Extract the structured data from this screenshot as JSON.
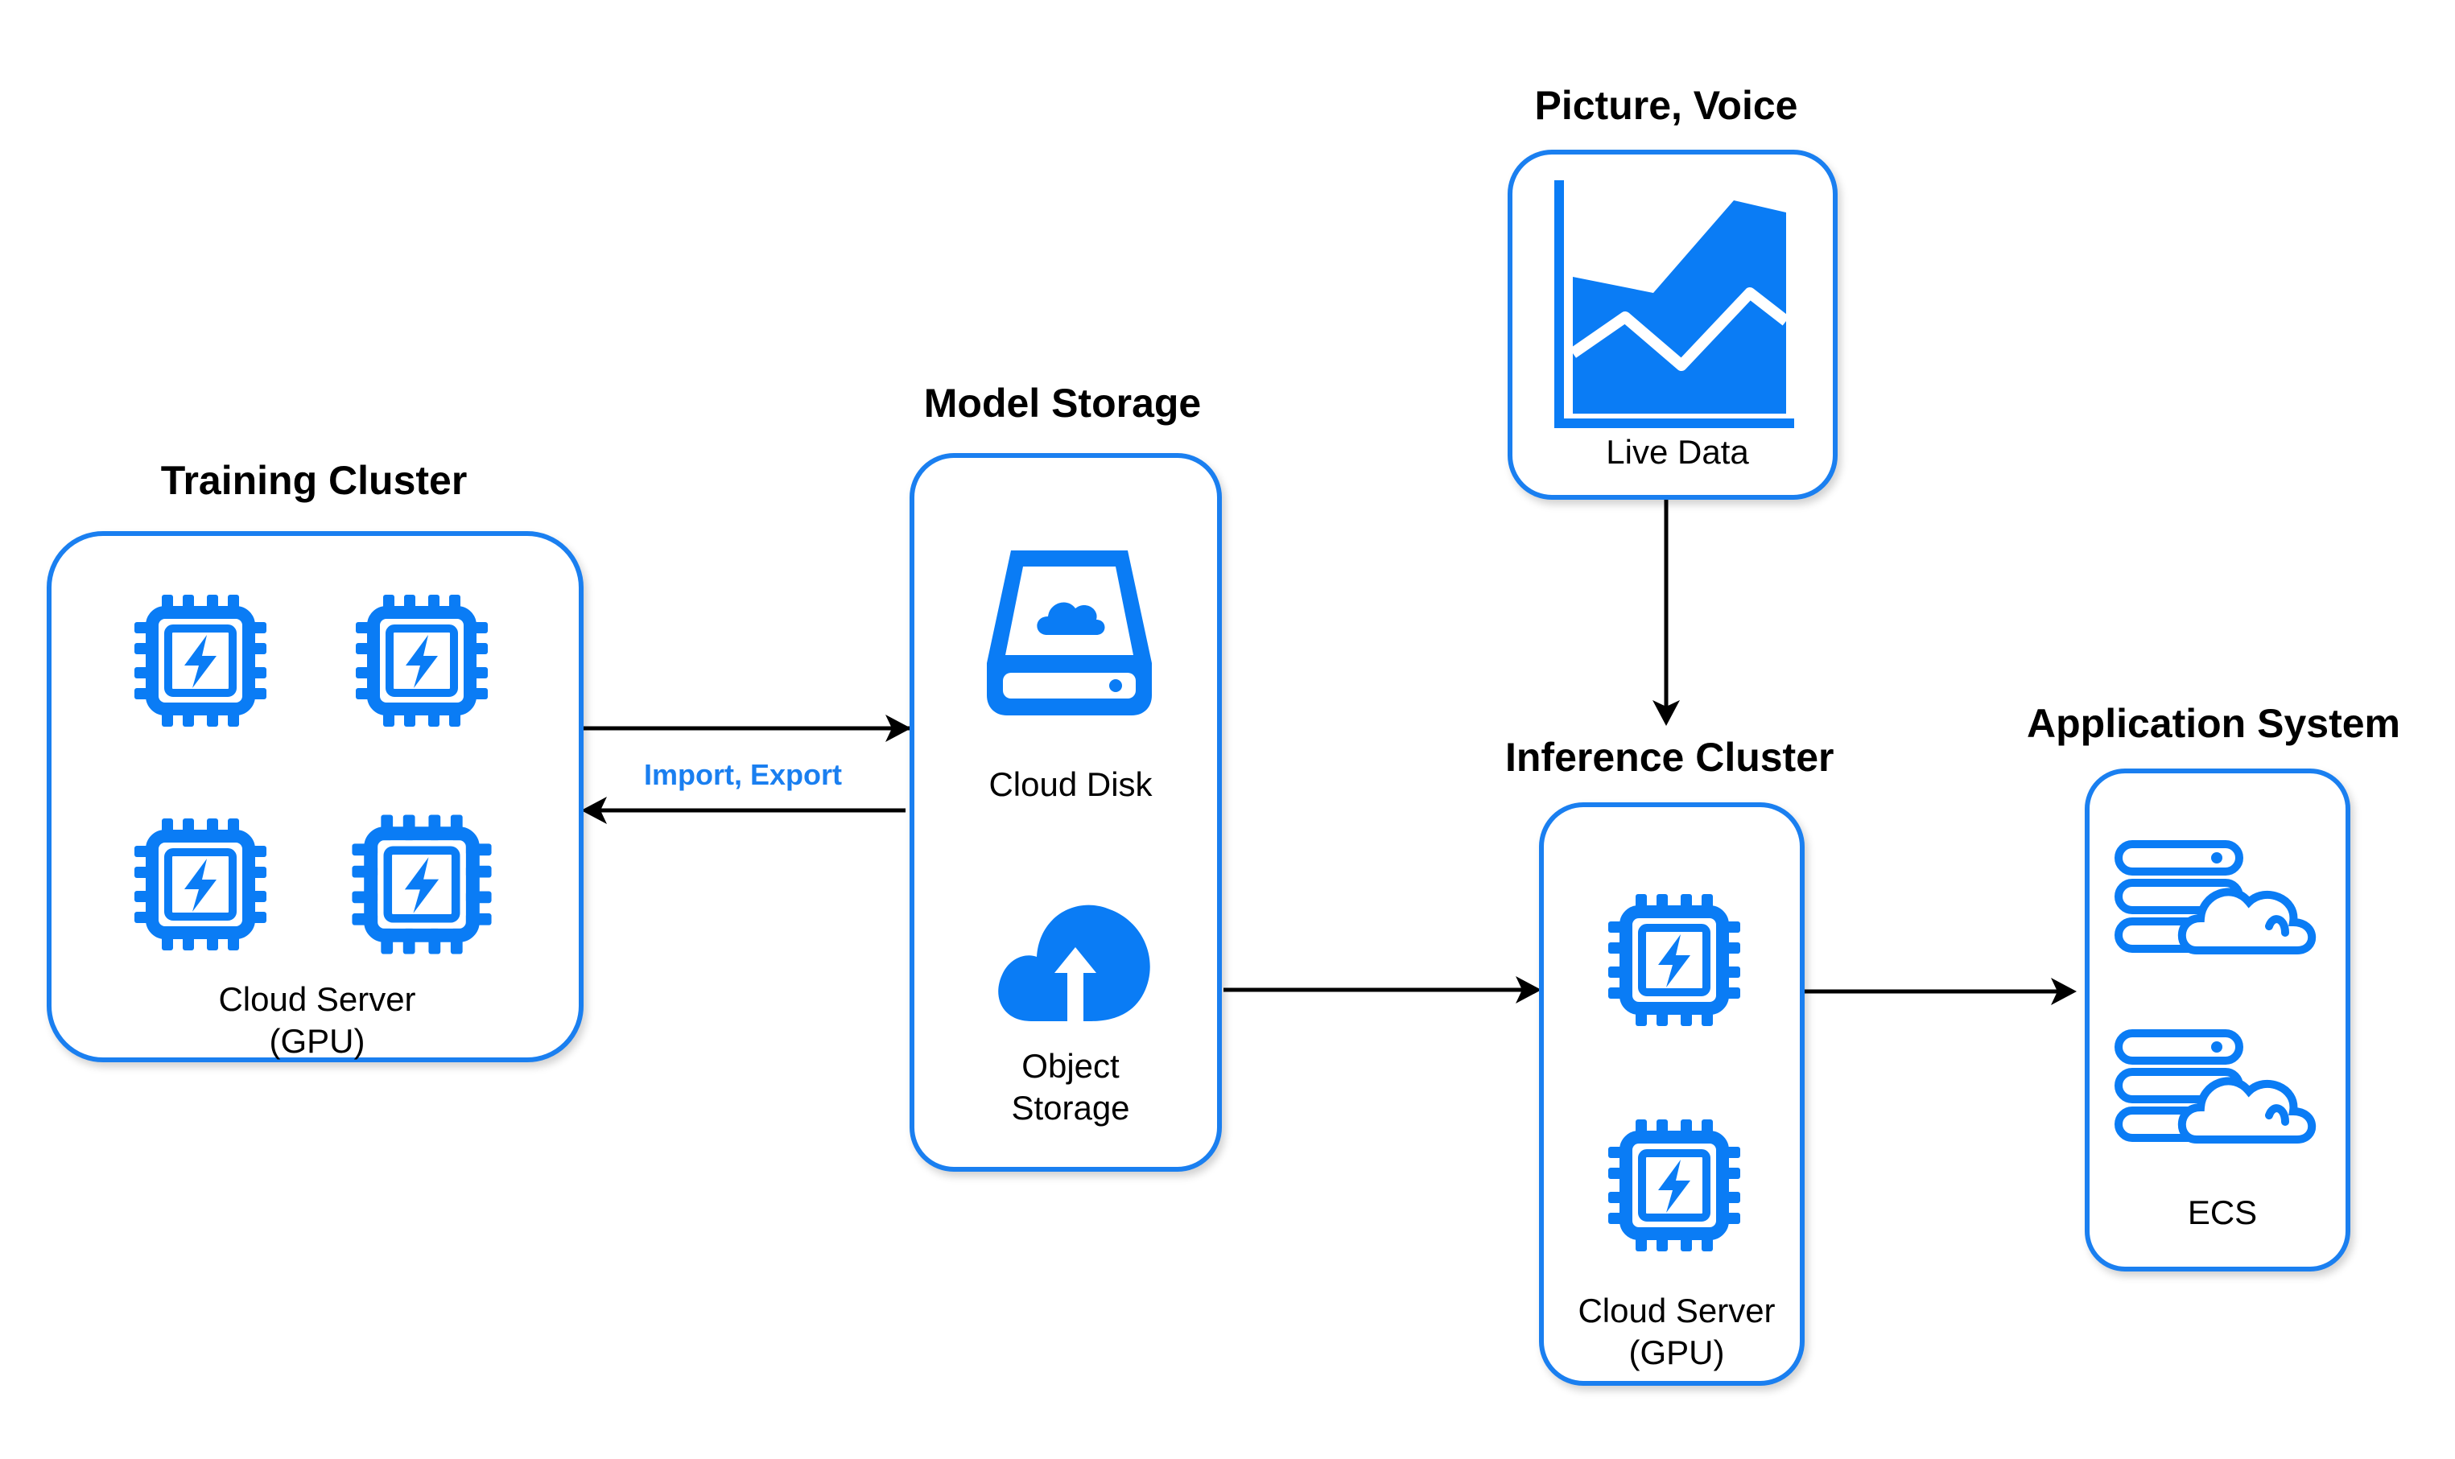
{
  "colors": {
    "accent": "#0a7cf5",
    "line": "#000000",
    "label": "#1a7ff0"
  },
  "training_cluster": {
    "title": "Training Cluster",
    "caption": "Cloud Server\n(GPU)",
    "icons": [
      "gpu-chip-icon",
      "gpu-chip-icon",
      "gpu-chip-icon",
      "gpu-chip-icon"
    ]
  },
  "model_storage": {
    "title": "Model Storage",
    "disk_caption": "Cloud Disk",
    "object_caption": "Object\nStorage"
  },
  "live_data": {
    "title": "Picture, Voice",
    "caption": "Live Data",
    "icon": "area-chart-icon"
  },
  "inference_cluster": {
    "title": "Inference Cluster",
    "caption": "Cloud Server\n(GPU)",
    "icons": [
      "gpu-chip-icon",
      "gpu-chip-icon"
    ]
  },
  "application_system": {
    "title": "Application System",
    "caption": "ECS",
    "icons": [
      "server-cloud-icon",
      "server-cloud-icon"
    ]
  },
  "edges": {
    "import_export_label": "Import, Export"
  }
}
